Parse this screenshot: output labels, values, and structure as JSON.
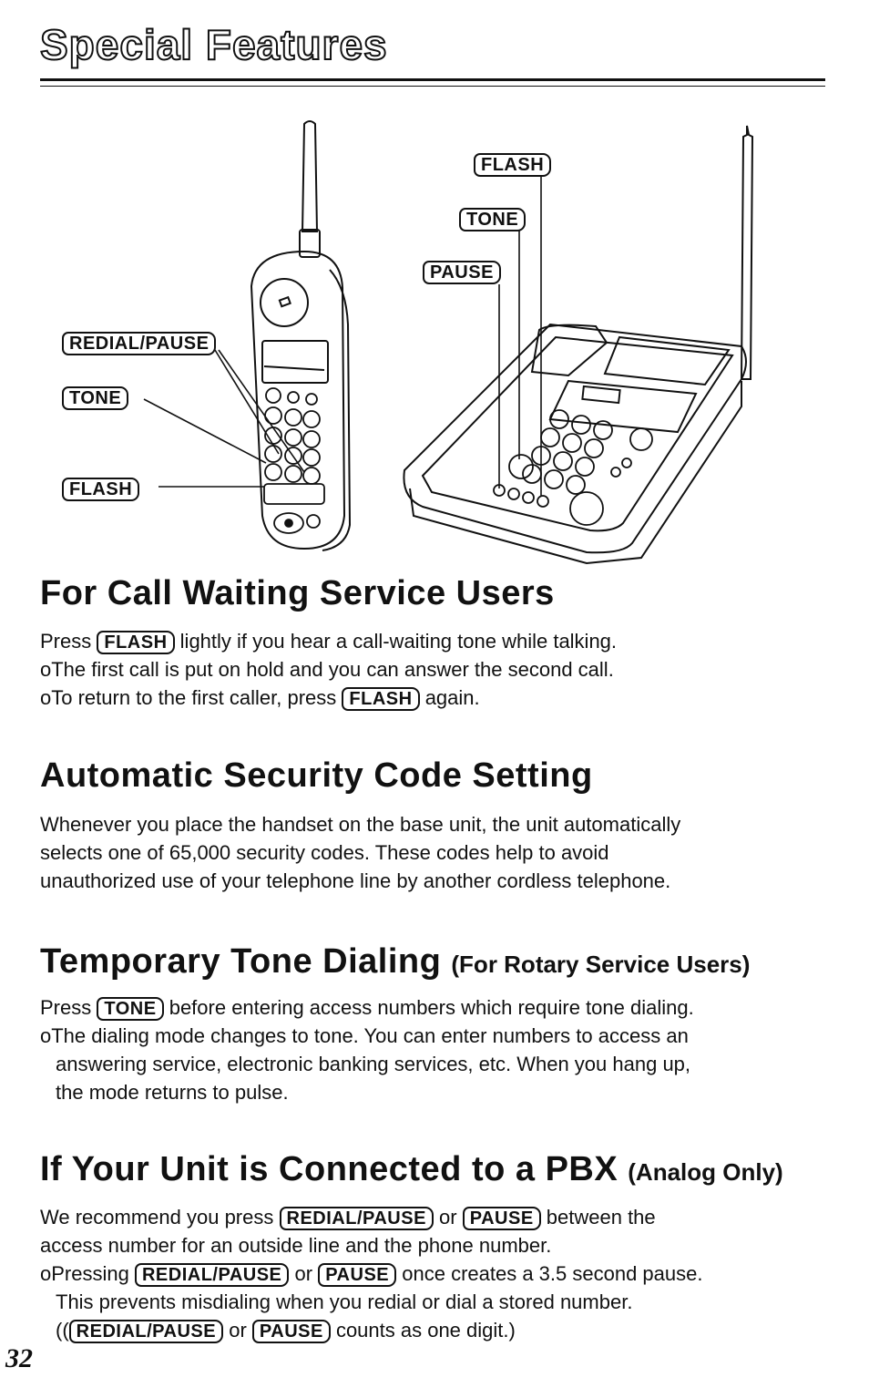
{
  "page": {
    "title": "Special Features",
    "number": "32"
  },
  "figure": {
    "handset_callouts": [
      "REDIAL/PAUSE",
      "TONE",
      "FLASH"
    ],
    "base_callouts": [
      "FLASH",
      "TONE",
      "PAUSE"
    ]
  },
  "sections": {
    "call_waiting": {
      "heading": "For Call Waiting Service Users",
      "l1_pre": "Press",
      "l1_key": "FLASH",
      "l1_post": "lightly if you hear a call-waiting tone while talking.",
      "l2": "oThe first call is put on hold and you can answer the second call.",
      "l3_pre": "oTo return to the first caller, press",
      "l3_key": "FLASH",
      "l3_post": "again."
    },
    "security": {
      "heading": "Automatic Security Code Setting",
      "l1": "Whenever you place the handset on the base unit, the unit automatically",
      "l2": "selects one of 65,000 security codes. These codes help to avoid",
      "l3": "unauthorized use of your telephone line by another cordless telephone."
    },
    "tone_dialing": {
      "heading": "Temporary Tone Dialing",
      "heading_sub": "(For Rotary Service Users)",
      "l1_pre": "Press",
      "l1_key": "TONE",
      "l1_post": "before entering access numbers which require tone dialing.",
      "l2": "oThe dialing mode changes to tone. You can enter numbers to access an",
      "l3": "answering service, electronic banking services, etc. When you hang up,",
      "l4": "the mode returns to pulse."
    },
    "pbx": {
      "heading": "If Your Unit is Connected to a PBX",
      "heading_sub": "(Analog Only)",
      "l1_pre": "We recommend you press",
      "l1_key1": "REDIAL/PAUSE",
      "l1_mid": "or",
      "l1_key2": "PAUSE",
      "l1_post": "between the",
      "l2": "access number for an outside line and the phone number.",
      "l3_pre": "oPressing",
      "l3_key1": "REDIAL/PAUSE",
      "l3_mid": "or",
      "l3_key2": "PAUSE",
      "l3_post": "once creates a 3.5 second pause.",
      "l4": "This prevents misdialing when you redial or dial a stored number.",
      "l5_pre": "((",
      "l5_key1": "REDIAL/PAUSE",
      "l5_mid": "or",
      "l5_key2": "PAUSE",
      "l5_post": "counts as one digit.)"
    }
  }
}
